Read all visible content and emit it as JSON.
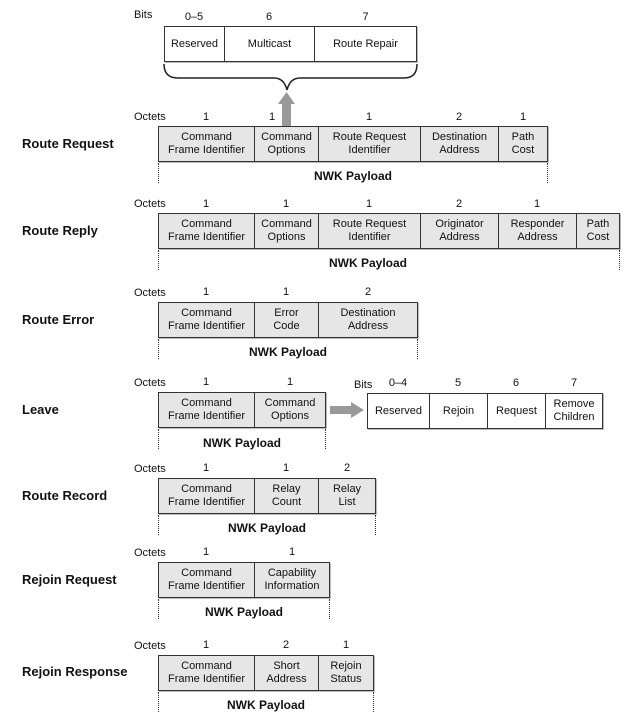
{
  "top_bits": {
    "label": "Bits",
    "numbers": [
      "0–5",
      "6",
      "7"
    ],
    "fields": [
      "Reserved",
      "Multicast",
      "Route Repair"
    ]
  },
  "octets_label": "Octets",
  "payload_label": "NWK Payload",
  "frames": {
    "route_request": {
      "title": "Route Request",
      "octets": [
        "1",
        "1",
        "1",
        "2",
        "1"
      ],
      "fields": [
        "Command\nFrame Identifier",
        "Command\nOptions",
        "Route Request\nIdentifier",
        "Destination\nAddress",
        "Path\nCost"
      ]
    },
    "route_reply": {
      "title": "Route Reply",
      "octets": [
        "1",
        "1",
        "1",
        "2",
        "1",
        ""
      ],
      "fields": [
        "Command\nFrame Identifier",
        "Command\nOptions",
        "Route Request\nIdentifier",
        "Originator\nAddress",
        "Responder\nAddress",
        "Path\nCost"
      ]
    },
    "route_error": {
      "title": "Route Error",
      "octets": [
        "1",
        "1",
        "2"
      ],
      "fields": [
        "Command\nFrame Identifier",
        "Error\nCode",
        "Destination\nAddress"
      ]
    },
    "leave": {
      "title": "Leave",
      "octets": [
        "1",
        "1"
      ],
      "fields": [
        "Command\nFrame Identifier",
        "Command\nOptions"
      ]
    },
    "route_record": {
      "title": "Route Record",
      "octets": [
        "1",
        "1",
        "2"
      ],
      "fields": [
        "Command\nFrame Identifier",
        "Relay\nCount",
        "Relay\nList"
      ]
    },
    "rejoin_request": {
      "title": "Rejoin Request",
      "octets": [
        "1",
        "1"
      ],
      "fields": [
        "Command\nFrame Identifier",
        "Capability\nInformation"
      ]
    },
    "rejoin_response": {
      "title": "Rejoin Response",
      "octets": [
        "1",
        "2",
        "1"
      ],
      "fields": [
        "Command\nFrame Identifier",
        "Short\nAddress",
        "Rejoin\nStatus"
      ]
    }
  },
  "leave_bits": {
    "label": "Bits",
    "numbers": [
      "0–4",
      "5",
      "6",
      "7"
    ],
    "fields": [
      "Reserved",
      "Rejoin",
      "Request",
      "Remove\nChildren"
    ]
  },
  "colors": {
    "field_fill": "#e6e6e6",
    "arrow": "#999999",
    "border": "#333333"
  }
}
